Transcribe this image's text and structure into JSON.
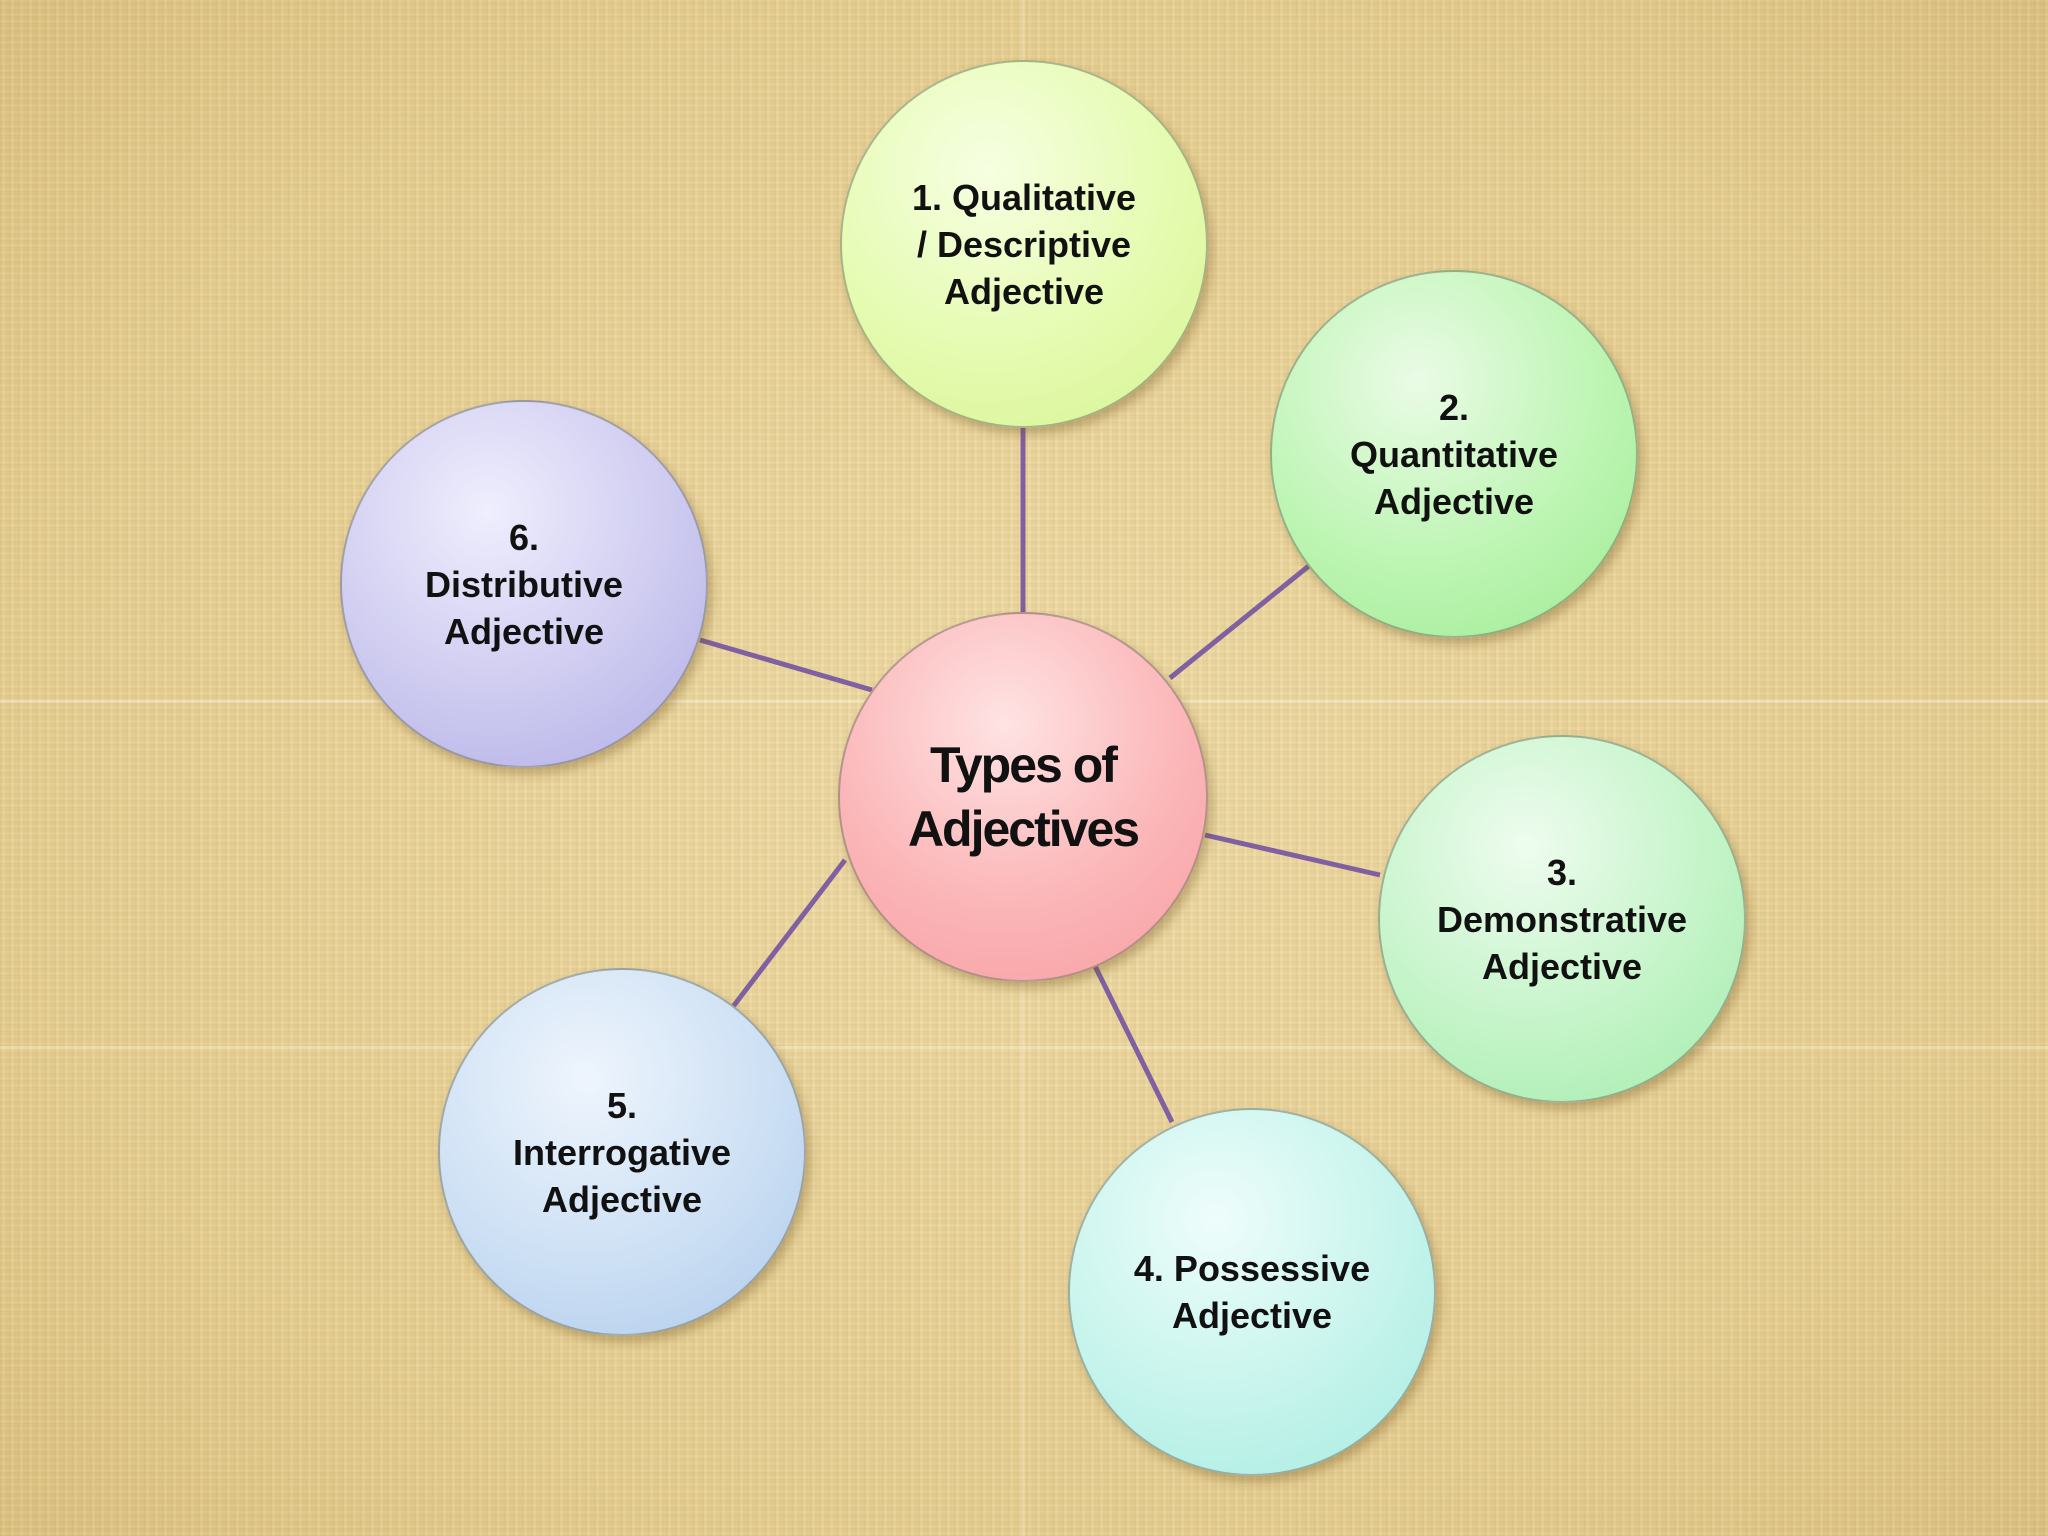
{
  "diagram": {
    "center": {
      "label": "Types of\nAdjectives"
    },
    "nodes": [
      {
        "id": "qualitative",
        "label": "1.  Qualitative\n/ Descriptive\nAdjective"
      },
      {
        "id": "quantitative",
        "label": "2.\nQuantitative\nAdjective"
      },
      {
        "id": "demonstrative",
        "label": "3.\nDemonstrative\nAdjective"
      },
      {
        "id": "possessive",
        "label": "4. Possessive\nAdjective"
      },
      {
        "id": "interrogative",
        "label": "5.\nInterrogative\nAdjective"
      },
      {
        "id": "distributive",
        "label": "6.\nDistributive\n Adjective"
      }
    ]
  },
  "colors": {
    "connector": "#8060a0",
    "center": "#fbb3b5",
    "qualitative": "#e5fbb0",
    "quantitative": "#b9f5b0",
    "demonstrative": "#bff3c4",
    "possessive": "#bff3ea",
    "interrogative": "#c9dcf2",
    "distributive": "#c9c6ee"
  }
}
